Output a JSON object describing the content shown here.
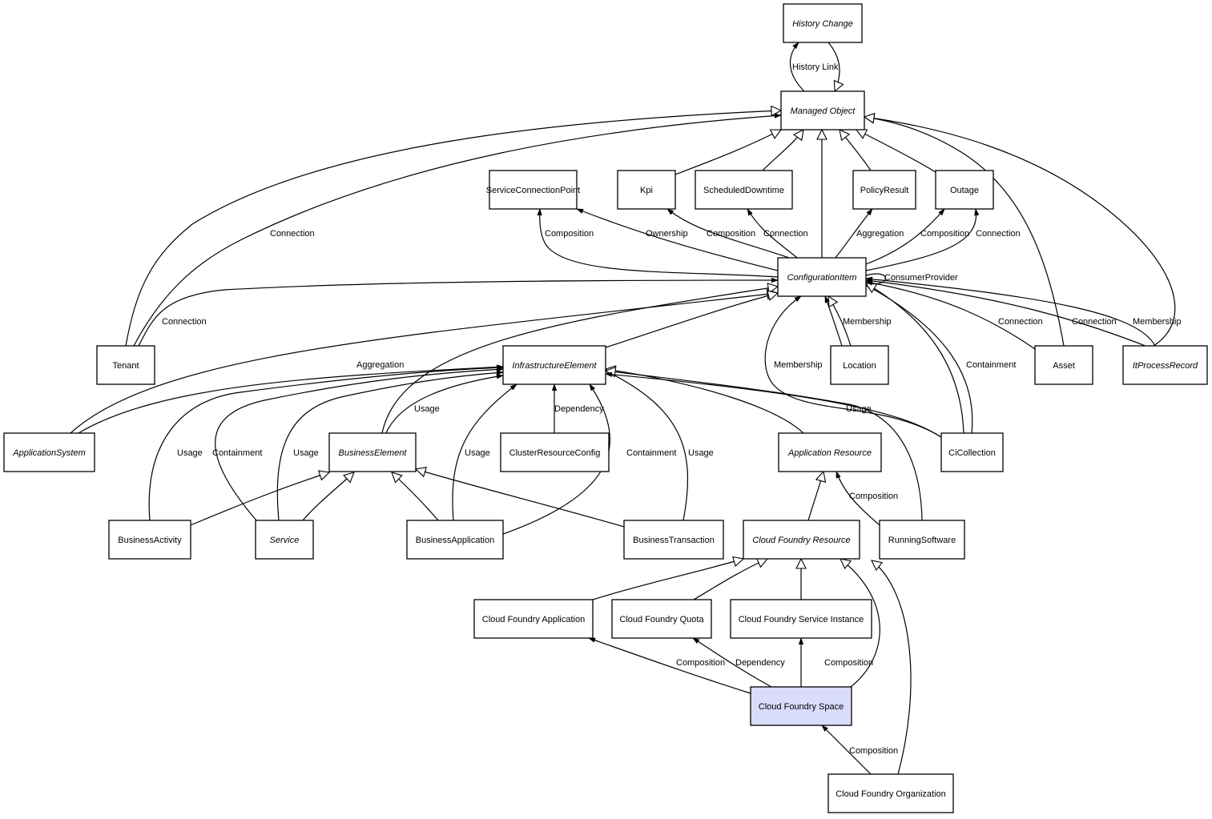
{
  "diagram": {
    "title": "Cloud Foundry Space class relationship diagram",
    "selected_node": "Cloud Foundry Space",
    "selected_fill": "#dadcfb",
    "nodes": [
      {
        "id": "history_change",
        "label": "History Change",
        "abstract": true
      },
      {
        "id": "managed_object",
        "label": "Managed Object",
        "abstract": true
      },
      {
        "id": "service_connection_point",
        "label": "ServiceConnectionPoint",
        "abstract": false
      },
      {
        "id": "kpi",
        "label": "Kpi",
        "abstract": false
      },
      {
        "id": "scheduled_downtime",
        "label": "ScheduledDowntime",
        "abstract": false
      },
      {
        "id": "policy_result",
        "label": "PolicyResult",
        "abstract": false
      },
      {
        "id": "outage",
        "label": "Outage",
        "abstract": false
      },
      {
        "id": "configuration_item",
        "label": "ConfigurationItem",
        "abstract": true
      },
      {
        "id": "tenant",
        "label": "Tenant",
        "abstract": false
      },
      {
        "id": "infrastructure_element",
        "label": "InfrastructureElement",
        "abstract": true
      },
      {
        "id": "location",
        "label": "Location",
        "abstract": false
      },
      {
        "id": "asset",
        "label": "Asset",
        "abstract": false
      },
      {
        "id": "it_process_record",
        "label": "ItProcessRecord",
        "abstract": true
      },
      {
        "id": "application_system",
        "label": "ApplicationSystem",
        "abstract": true
      },
      {
        "id": "business_element",
        "label": "BusinessElement",
        "abstract": true
      },
      {
        "id": "cluster_resource_config",
        "label": "ClusterResourceConfig",
        "abstract": false
      },
      {
        "id": "application_resource",
        "label": "Application Resource",
        "abstract": true
      },
      {
        "id": "ci_collection",
        "label": "CiCollection",
        "abstract": false
      },
      {
        "id": "business_activity",
        "label": "BusinessActivity",
        "abstract": false
      },
      {
        "id": "service",
        "label": "Service",
        "abstract": true
      },
      {
        "id": "business_application",
        "label": "BusinessApplication",
        "abstract": false
      },
      {
        "id": "business_transaction",
        "label": "BusinessTransaction",
        "abstract": false
      },
      {
        "id": "cloud_foundry_resource",
        "label": "Cloud Foundry Resource",
        "abstract": true
      },
      {
        "id": "running_software",
        "label": "RunningSoftware",
        "abstract": false
      },
      {
        "id": "cloud_foundry_application",
        "label": "Cloud Foundry Application",
        "abstract": false
      },
      {
        "id": "cloud_foundry_quota",
        "label": "Cloud Foundry Quota",
        "abstract": false
      },
      {
        "id": "cloud_foundry_service_instance",
        "label": "Cloud Foundry Service Instance",
        "abstract": false
      },
      {
        "id": "cloud_foundry_space",
        "label": "Cloud Foundry Space",
        "abstract": false
      },
      {
        "id": "cloud_foundry_organization",
        "label": "Cloud Foundry Organization",
        "abstract": false
      }
    ],
    "edges": [
      {
        "from": "managed_object",
        "to": "history_change",
        "label": "History Link",
        "kind": "association"
      },
      {
        "from": "history_change",
        "to": "managed_object",
        "label": "",
        "kind": "inheritance"
      },
      {
        "from": "tenant",
        "to": "managed_object",
        "label": "",
        "kind": "inheritance"
      },
      {
        "from": "tenant",
        "to": "managed_object",
        "label": "Connection",
        "kind": "association"
      },
      {
        "from": "kpi",
        "to": "managed_object",
        "label": "",
        "kind": "inheritance"
      },
      {
        "from": "scheduled_downtime",
        "to": "managed_object",
        "label": "",
        "kind": "inheritance"
      },
      {
        "from": "configuration_item",
        "to": "managed_object",
        "label": "",
        "kind": "inheritance"
      },
      {
        "from": "policy_result",
        "to": "managed_object",
        "label": "",
        "kind": "inheritance"
      },
      {
        "from": "outage",
        "to": "managed_object",
        "label": "",
        "kind": "inheritance"
      },
      {
        "from": "asset",
        "to": "managed_object",
        "label": "",
        "kind": "inheritance"
      },
      {
        "from": "it_process_record",
        "to": "managed_object",
        "label": "",
        "kind": "inheritance"
      },
      {
        "from": "configuration_item",
        "to": "service_connection_point",
        "label": "Composition",
        "kind": "association"
      },
      {
        "from": "configuration_item",
        "to": "service_connection_point",
        "label": "Ownership",
        "kind": "association"
      },
      {
        "from": "configuration_item",
        "to": "kpi",
        "label": "Composition",
        "kind": "association"
      },
      {
        "from": "configuration_item",
        "to": "scheduled_downtime",
        "label": "Connection",
        "kind": "association"
      },
      {
        "from": "configuration_item",
        "to": "policy_result",
        "label": "Aggregation",
        "kind": "association"
      },
      {
        "from": "configuration_item",
        "to": "outage",
        "label": "Composition",
        "kind": "association"
      },
      {
        "from": "configuration_item",
        "to": "outage",
        "label": "Connection",
        "kind": "association"
      },
      {
        "from": "configuration_item",
        "to": "configuration_item",
        "label": "ConsumerProvider",
        "kind": "association"
      },
      {
        "from": "tenant",
        "to": "configuration_item",
        "label": "Connection",
        "kind": "association"
      },
      {
        "from": "application_system",
        "to": "configuration_item",
        "label": "",
        "kind": "inheritance"
      },
      {
        "from": "business_element",
        "to": "configuration_item",
        "label": "",
        "kind": "inheritance"
      },
      {
        "from": "infrastructure_element",
        "to": "configuration_item",
        "label": "",
        "kind": "inheritance"
      },
      {
        "from": "location",
        "to": "configuration_item",
        "label": "",
        "kind": "inheritance"
      },
      {
        "from": "location",
        "to": "configuration_item",
        "label": "Membership",
        "kind": "association"
      },
      {
        "from": "ci_collection",
        "to": "configuration_item",
        "label": "Membership",
        "kind": "association"
      },
      {
        "from": "ci_collection",
        "to": "configuration_item",
        "label": "Containment",
        "kind": "association"
      },
      {
        "from": "ci_collection",
        "to": "configuration_item",
        "label": "",
        "kind": "inheritance"
      },
      {
        "from": "asset",
        "to": "configuration_item",
        "label": "Connection",
        "kind": "association"
      },
      {
        "from": "it_process_record",
        "to": "configuration_item",
        "label": "Connection",
        "kind": "association"
      },
      {
        "from": "it_process_record",
        "to": "configuration_item",
        "label": "Membership",
        "kind": "association"
      },
      {
        "from": "application_system",
        "to": "infrastructure_element",
        "label": "Aggregation",
        "kind": "association"
      },
      {
        "from": "business_activity",
        "to": "infrastructure_element",
        "label": "Usage",
        "kind": "association"
      },
      {
        "from": "service",
        "to": "infrastructure_element",
        "label": "Containment",
        "kind": "association"
      },
      {
        "from": "service",
        "to": "infrastructure_element",
        "label": "Usage",
        "kind": "association"
      },
      {
        "from": "business_element",
        "to": "infrastructure_element",
        "label": "Usage",
        "kind": "association"
      },
      {
        "from": "business_application",
        "to": "infrastructure_element",
        "label": "Usage",
        "kind": "association"
      },
      {
        "from": "cluster_resource_config",
        "to": "infrastructure_element",
        "label": "Dependency",
        "kind": "association"
      },
      {
        "from": "business_application",
        "to": "infrastructure_element",
        "label": "Containment",
        "kind": "association"
      },
      {
        "from": "business_transaction",
        "to": "infrastructure_element",
        "label": "Usage",
        "kind": "association"
      },
      {
        "from": "application_resource",
        "to": "infrastructure_element",
        "label": "",
        "kind": "inheritance"
      },
      {
        "from": "running_software",
        "to": "infrastructure_element",
        "label": "",
        "kind": "inheritance"
      },
      {
        "from": "ci_collection",
        "to": "infrastructure_element",
        "label": "Usage",
        "kind": "association"
      },
      {
        "from": "business_activity",
        "to": "business_element",
        "label": "",
        "kind": "inheritance"
      },
      {
        "from": "service",
        "to": "business_element",
        "label": "",
        "kind": "inheritance"
      },
      {
        "from": "business_application",
        "to": "business_element",
        "label": "",
        "kind": "inheritance"
      },
      {
        "from": "business_transaction",
        "to": "business_element",
        "label": "",
        "kind": "inheritance"
      },
      {
        "from": "cloud_foundry_resource",
        "to": "application_resource",
        "label": "",
        "kind": "inheritance"
      },
      {
        "from": "running_software",
        "to": "application_resource",
        "label": "Composition",
        "kind": "association"
      },
      {
        "from": "cloud_foundry_application",
        "to": "cloud_foundry_resource",
        "label": "",
        "kind": "inheritance"
      },
      {
        "from": "cloud_foundry_quota",
        "to": "cloud_foundry_resource",
        "label": "",
        "kind": "inheritance"
      },
      {
        "from": "cloud_foundry_service_instance",
        "to": "cloud_foundry_resource",
        "label": "",
        "kind": "inheritance"
      },
      {
        "from": "cloud_foundry_space",
        "to": "cloud_foundry_resource",
        "label": "",
        "kind": "inheritance"
      },
      {
        "from": "cloud_foundry_organization",
        "to": "cloud_foundry_resource",
        "label": "",
        "kind": "inheritance"
      },
      {
        "from": "cloud_foundry_space",
        "to": "cloud_foundry_application",
        "label": "Composition",
        "kind": "association"
      },
      {
        "from": "cloud_foundry_space",
        "to": "cloud_foundry_quota",
        "label": "Dependency",
        "kind": "association"
      },
      {
        "from": "cloud_foundry_space",
        "to": "cloud_foundry_service_instance",
        "label": "Composition",
        "kind": "association"
      },
      {
        "from": "cloud_foundry_organization",
        "to": "cloud_foundry_space",
        "label": "Composition",
        "kind": "association"
      }
    ]
  }
}
